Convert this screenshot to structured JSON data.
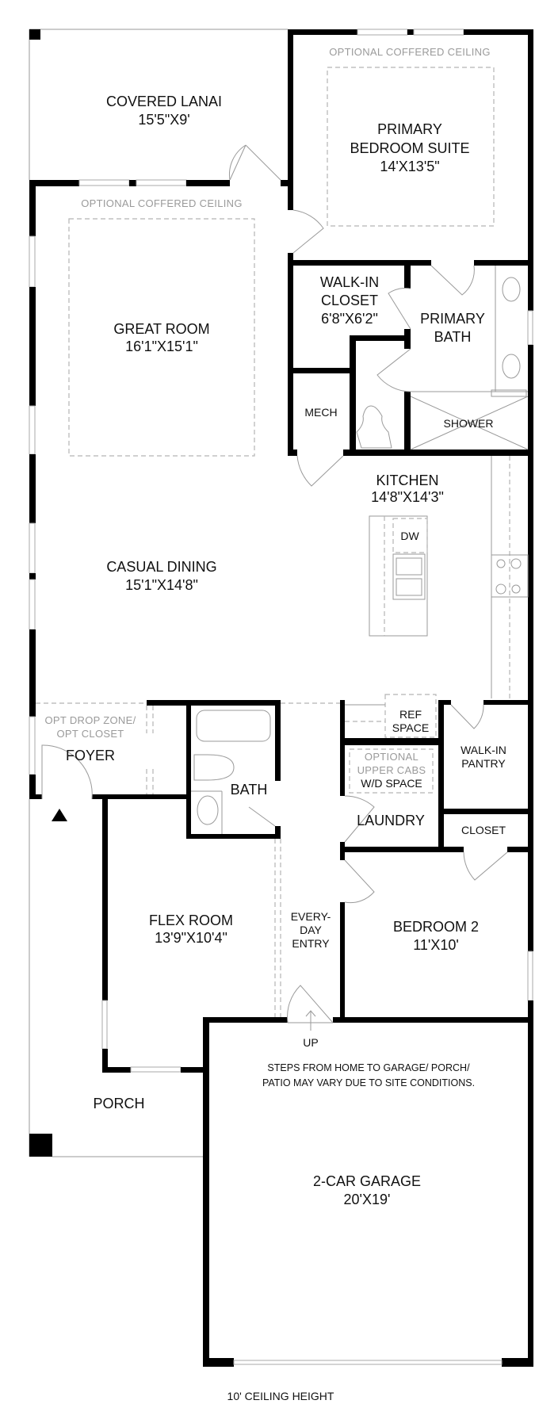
{
  "rooms": {
    "lanai": {
      "name": "COVERED LANAI",
      "size": "15'5\"X9'"
    },
    "primary_bedroom": {
      "name_line1": "PRIMARY",
      "name_line2": "BEDROOM SUITE",
      "size": "14'X13'5\"",
      "option": "OPTIONAL COFFERED CEILING"
    },
    "great_room": {
      "name": "GREAT ROOM",
      "size": "16'1\"X15'1\"",
      "option": "OPTIONAL COFFERED CEILING"
    },
    "walk_in_closet": {
      "name_line1": "WALK-IN",
      "name_line2": "CLOSET",
      "size": "6'8\"X6'2\""
    },
    "primary_bath": {
      "name_line1": "PRIMARY",
      "name_line2": "BATH"
    },
    "mech": {
      "name": "MECH"
    },
    "shower": {
      "name": "SHOWER"
    },
    "kitchen": {
      "name": "KITCHEN",
      "size": "14'8\"X14'3\"",
      "dw": "DW"
    },
    "casual_dining": {
      "name": "CASUAL DINING",
      "size": "15'1\"X14'8\""
    },
    "foyer": {
      "name": "FOYER",
      "option_line1": "OPT DROP ZONE/",
      "option_line2": "OPT CLOSET"
    },
    "bath": {
      "name": "BATH"
    },
    "ref_space": {
      "line1": "REF",
      "line2": "SPACE"
    },
    "walk_in_pantry": {
      "line1": "WALK-IN",
      "line2": "PANTRY"
    },
    "laundry": {
      "name": "LAUNDRY",
      "option_line1": "OPTIONAL",
      "option_line2": "UPPER CABS",
      "option_line3": "W/D SPACE"
    },
    "closet": {
      "name": "CLOSET"
    },
    "flex_room": {
      "name": "FLEX ROOM",
      "size": "13'9\"X10'4\""
    },
    "everyday_entry": {
      "line1": "EVERY-",
      "line2": "DAY",
      "line3": "ENTRY"
    },
    "bedroom2": {
      "name": "BEDROOM 2",
      "size": "11'X10'"
    },
    "porch": {
      "name": "PORCH"
    },
    "garage": {
      "name": "2-CAR GARAGE",
      "size": "20'X19'",
      "up": "UP"
    }
  },
  "notes": {
    "steps_line1": "STEPS FROM HOME TO GARAGE/ PORCH/",
    "steps_line2": "PATIO MAY VARY DUE TO SITE CONDITIONS.",
    "ceiling": "10' CEILING HEIGHT"
  }
}
